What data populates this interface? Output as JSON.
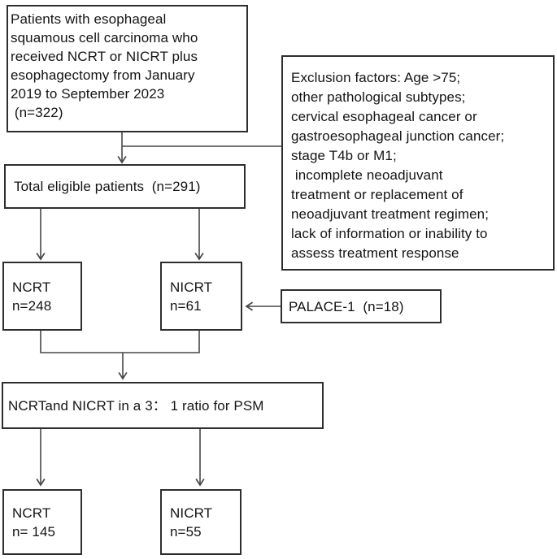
{
  "nodes": {
    "initial": {
      "text": "Patients with esophageal\nsquamous cell carcinoma who\nreceived NCRT or NICRT plus\nesophagectomy from January\n2019 to September 2023\n (n=322)"
    },
    "exclusion": {
      "text": "Exclusion factors: Age >75;\nother pathological subtypes;\ncervical esophageal cancer or\ngastroesophageal junction cancer;\nstage T4b or M1;\n incomplete neoadjuvant\ntreatment or replacement of\nneoadjuvant treatment regimen;\nlack of information or inability to\nassess treatment response"
    },
    "eligible": {
      "text": "Total eligible patients  (n=291)"
    },
    "ncrt": {
      "text": "NCRT\nn=248"
    },
    "nicrt": {
      "text": "NICRT\nn=61"
    },
    "palace": {
      "text": "PALACE-1  (n=18)"
    },
    "psm": {
      "text": "NCRTand NICRT in a 3： 1 ratio for PSM"
    },
    "ncrt_after_psm": {
      "text": "NCRT\nn= 145"
    },
    "nicrt_after_psm": {
      "text": "NICRT\nn=55"
    }
  },
  "colors": {
    "background": "#ffffff",
    "box_border": "#2e2e2e",
    "connector_line": "#474747",
    "text": "#141414"
  }
}
